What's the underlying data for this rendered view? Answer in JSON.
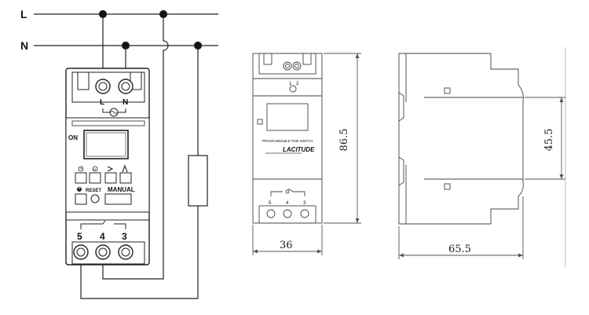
{
  "wiring": {
    "line_label": "L",
    "neutral_label": "N"
  },
  "device_front": {
    "top_terminals": [
      "L",
      "N"
    ],
    "on_label": "ON",
    "reset_label": "RESET",
    "manual_label": "MANUAL",
    "bottom_terminals": [
      "5",
      "4",
      "3"
    ],
    "button_icons": [
      "clock-icon",
      "m-icon",
      "arrow-right-icon",
      "arrow-up-icon",
      "power-icon"
    ]
  },
  "front_view": {
    "top_terminals": [
      "1",
      "2"
    ],
    "product_text": "PROGRAMMABLE TIME SWITCH",
    "brand": "LACITUDE",
    "bottom_terminals": [
      "5",
      "4",
      "3"
    ],
    "height_dim": "86.5",
    "width_dim": "36"
  },
  "side_view": {
    "height_dim": "45.5",
    "depth_dim": "65.5"
  }
}
